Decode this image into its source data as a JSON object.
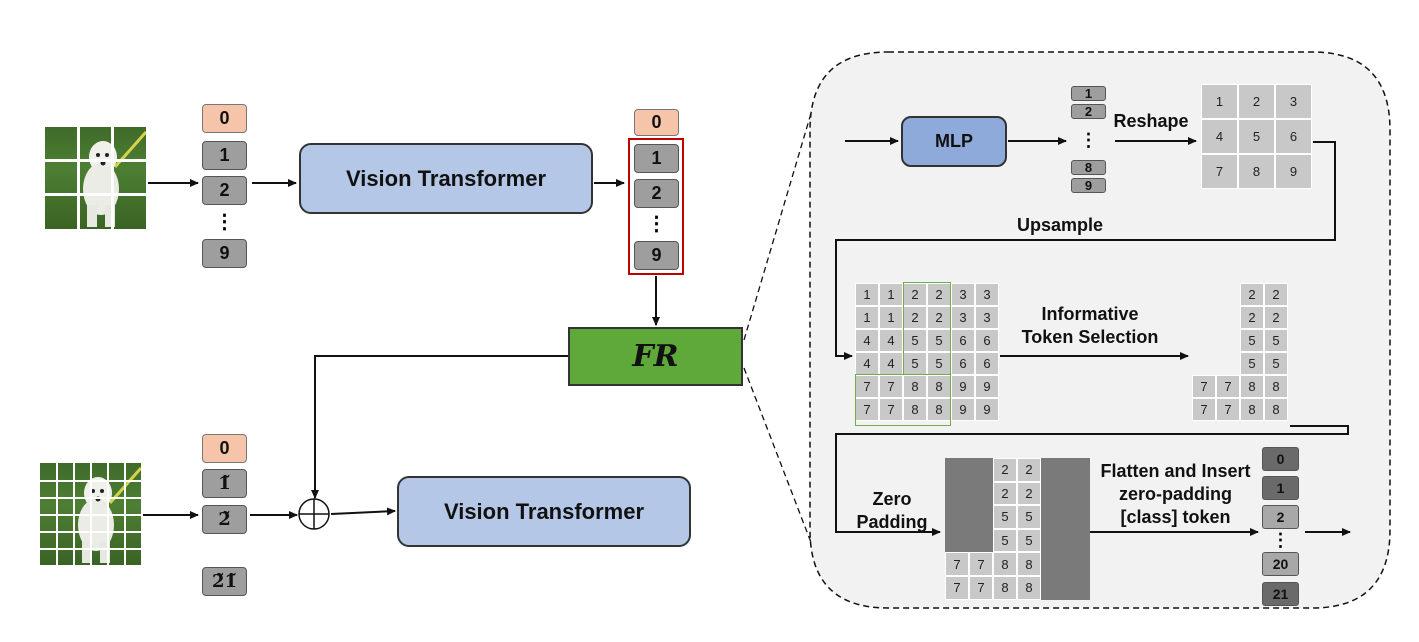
{
  "top_row": {
    "input_tokens": [
      "0",
      "1",
      "2",
      "⋮",
      "9"
    ],
    "vit_label": "Vision Transformer",
    "output_tokens": [
      "0",
      "1",
      "2",
      "⋮",
      "9"
    ]
  },
  "fr_label": "FR",
  "bottom_row": {
    "input_tokens": [
      "0",
      "1̃",
      "2̃",
      "2̃1̃"
    ],
    "vit_label": "Vision Transformer"
  },
  "zoom_panel": {
    "mlp_label": "MLP",
    "mlp_tokens": [
      "1",
      "2",
      "⋮",
      "8",
      "9"
    ],
    "reshape_label": "Reshape",
    "reshape_grid": [
      "1",
      "2",
      "3",
      "4",
      "5",
      "6",
      "7",
      "8",
      "9"
    ],
    "upsample_label": "Upsample",
    "upsampled_grid": [
      [
        "1",
        "1",
        "2",
        "2",
        "3",
        "3"
      ],
      [
        "1",
        "1",
        "2",
        "2",
        "3",
        "3"
      ],
      [
        "4",
        "4",
        "5",
        "5",
        "6",
        "6"
      ],
      [
        "4",
        "4",
        "5",
        "5",
        "6",
        "6"
      ],
      [
        "7",
        "7",
        "8",
        "8",
        "9",
        "9"
      ],
      [
        "7",
        "7",
        "8",
        "8",
        "9",
        "9"
      ]
    ],
    "selection_label": [
      "Informative",
      "Token Selection"
    ],
    "selected_grid": [
      [
        "",
        "",
        "2",
        "2"
      ],
      [
        "",
        "",
        "2",
        "2"
      ],
      [
        "",
        "",
        "5",
        "5"
      ],
      [
        "",
        "",
        "5",
        "5"
      ],
      [
        "7",
        "7",
        "8",
        "8"
      ],
      [
        "7",
        "7",
        "8",
        "8"
      ]
    ],
    "zero_padding_label": [
      "Zero",
      "Padding"
    ],
    "padded_grid": [
      [
        "",
        "",
        "2",
        "2",
        ""
      ],
      [
        "",
        "",
        "2",
        "2",
        ""
      ],
      [
        "",
        "",
        "5",
        "5",
        ""
      ],
      [
        "",
        "",
        "5",
        "5",
        ""
      ],
      [
        "7",
        "7",
        "8",
        "8",
        ""
      ],
      [
        "7",
        "7",
        "8",
        "8",
        ""
      ]
    ],
    "flatten_label": [
      "Flatten and Insert",
      "zero-padding",
      "[class] token"
    ],
    "final_tokens": [
      "0",
      "1",
      "2",
      "⋮",
      "20",
      "21"
    ]
  },
  "colors": {
    "cls_token": "#f6c4a8",
    "patch_token": "#9e9e9e",
    "vit_fill": "#b4c7e7",
    "fr_fill": "#5fa83a",
    "mlp_fill": "#8eaadb",
    "highlight_red": "#c00000",
    "highlight_green": "#70ad47",
    "panel_fill": "#f2f2f2"
  }
}
